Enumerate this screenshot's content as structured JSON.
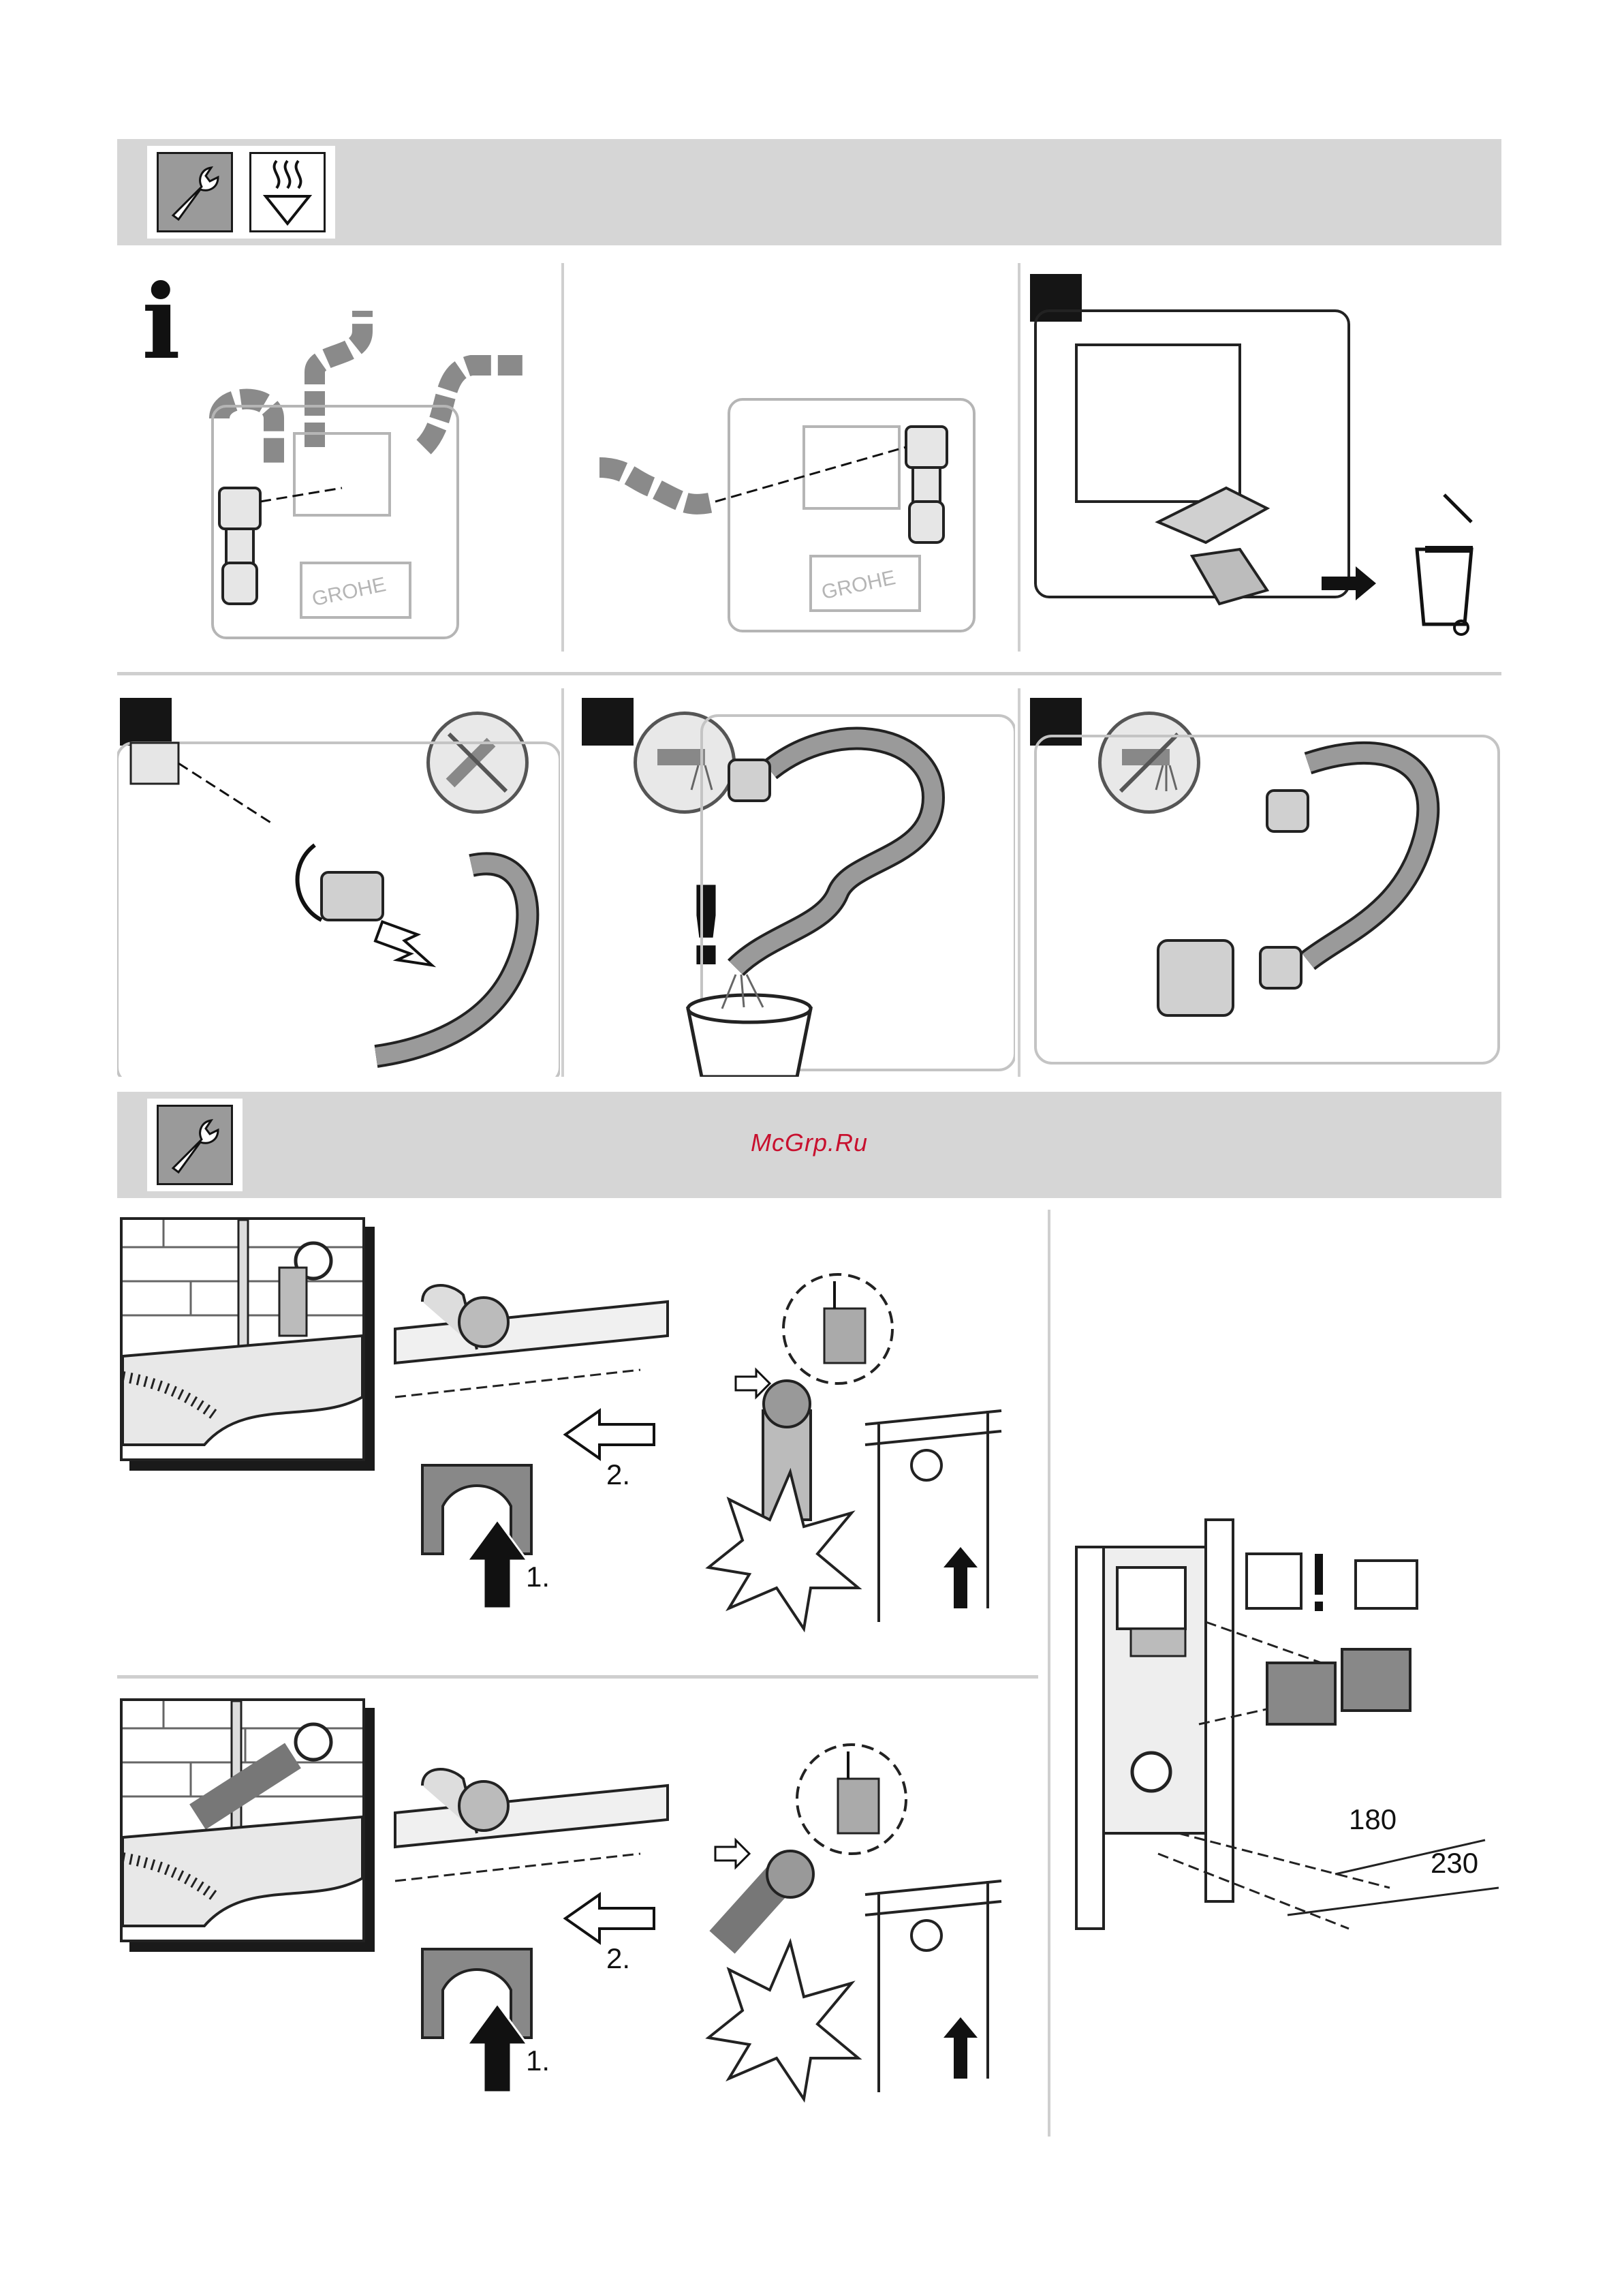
{
  "header_band_1": {
    "icons": [
      "wrench-icon",
      "flush-water-icon"
    ]
  },
  "header_band_2": {
    "icons": [
      "wrench-icon"
    ],
    "watermark": "McGrp.Ru"
  },
  "symbols": {
    "info": "i",
    "caution": "!"
  },
  "section_install": {
    "step_1": "1.",
    "step_2": "2."
  },
  "dimensions": {
    "d1": "180",
    "d2": "230"
  },
  "colors": {
    "band": "#d6d6d6",
    "divider": "#cfcfcf",
    "watermark": "#c8102e",
    "hose": "#9a9a9a"
  }
}
